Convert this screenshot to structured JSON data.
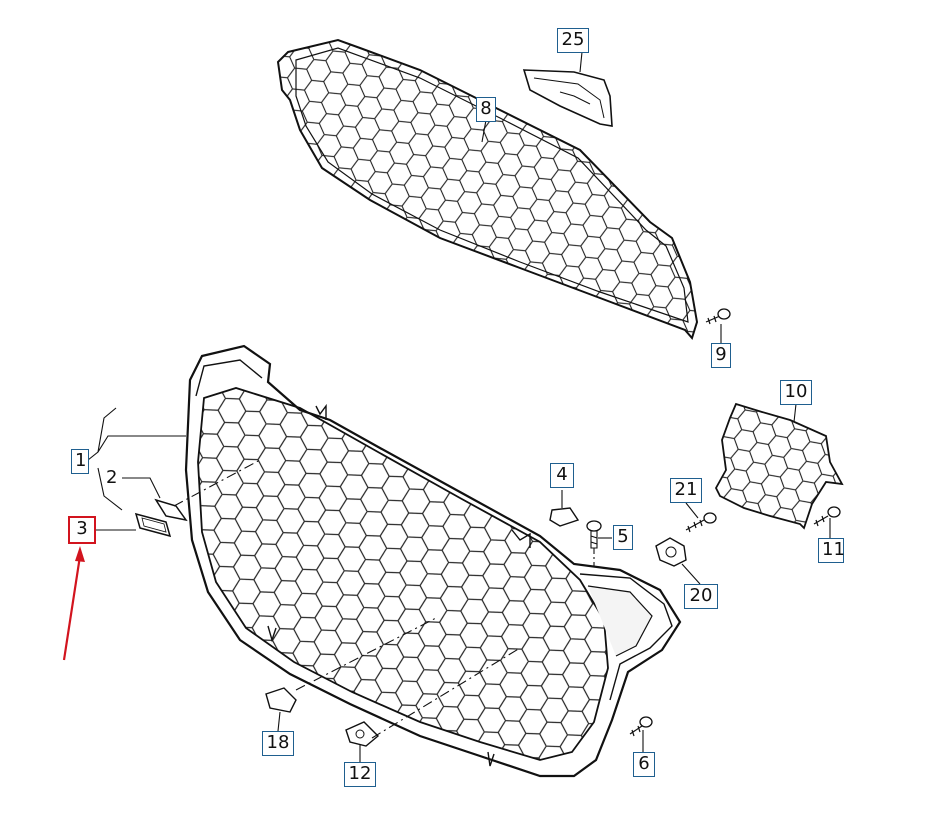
{
  "callouts": [
    {
      "id": "c25",
      "label": "25"
    },
    {
      "id": "c8",
      "label": "8"
    },
    {
      "id": "c9",
      "label": "9"
    },
    {
      "id": "c10",
      "label": "10"
    },
    {
      "id": "c1",
      "label": "1"
    },
    {
      "id": "c2",
      "label": "2"
    },
    {
      "id": "c3",
      "label": "3"
    },
    {
      "id": "c4",
      "label": "4"
    },
    {
      "id": "c5",
      "label": "5"
    },
    {
      "id": "c21",
      "label": "21"
    },
    {
      "id": "c20",
      "label": "20"
    },
    {
      "id": "c11",
      "label": "11"
    },
    {
      "id": "c18",
      "label": "18"
    },
    {
      "id": "c12",
      "label": "12"
    },
    {
      "id": "c6",
      "label": "6"
    }
  ],
  "highlight": {
    "label": "3",
    "color": "#d2141e"
  },
  "colors": {
    "line": "#1a1a1a",
    "callout_border": "#1f5f8f",
    "highlight": "#d2141e"
  }
}
